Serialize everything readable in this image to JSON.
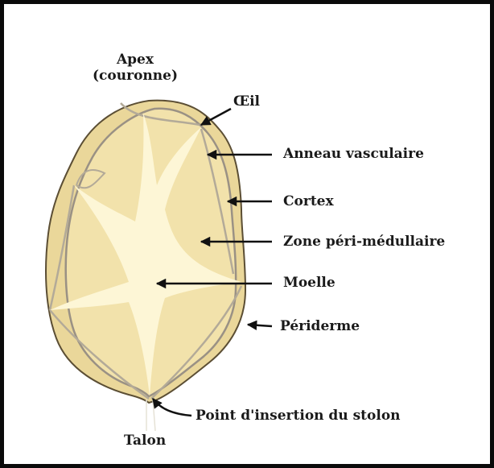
{
  "labels": {
    "apex_line1": "Apex",
    "apex_line2": "(couronne)",
    "oeil": "Œil",
    "anneau": "Anneau vasculaire",
    "cortex": "Cortex",
    "zone": "Zone péri-médullaire",
    "moelle": "Moelle",
    "periderme": "Périderme",
    "insertion": "Point d'insertion du stolon",
    "talon": "Talon"
  },
  "colors": {
    "cortex_fill": "#ead79a",
    "zone_fill": "#f2e2ab",
    "medulla_fill": "#fdf6d6",
    "outline": "#5b4e34",
    "vascular_ring": "#9a9184",
    "arrow": "#111111",
    "frame": "#0a0a0a"
  }
}
